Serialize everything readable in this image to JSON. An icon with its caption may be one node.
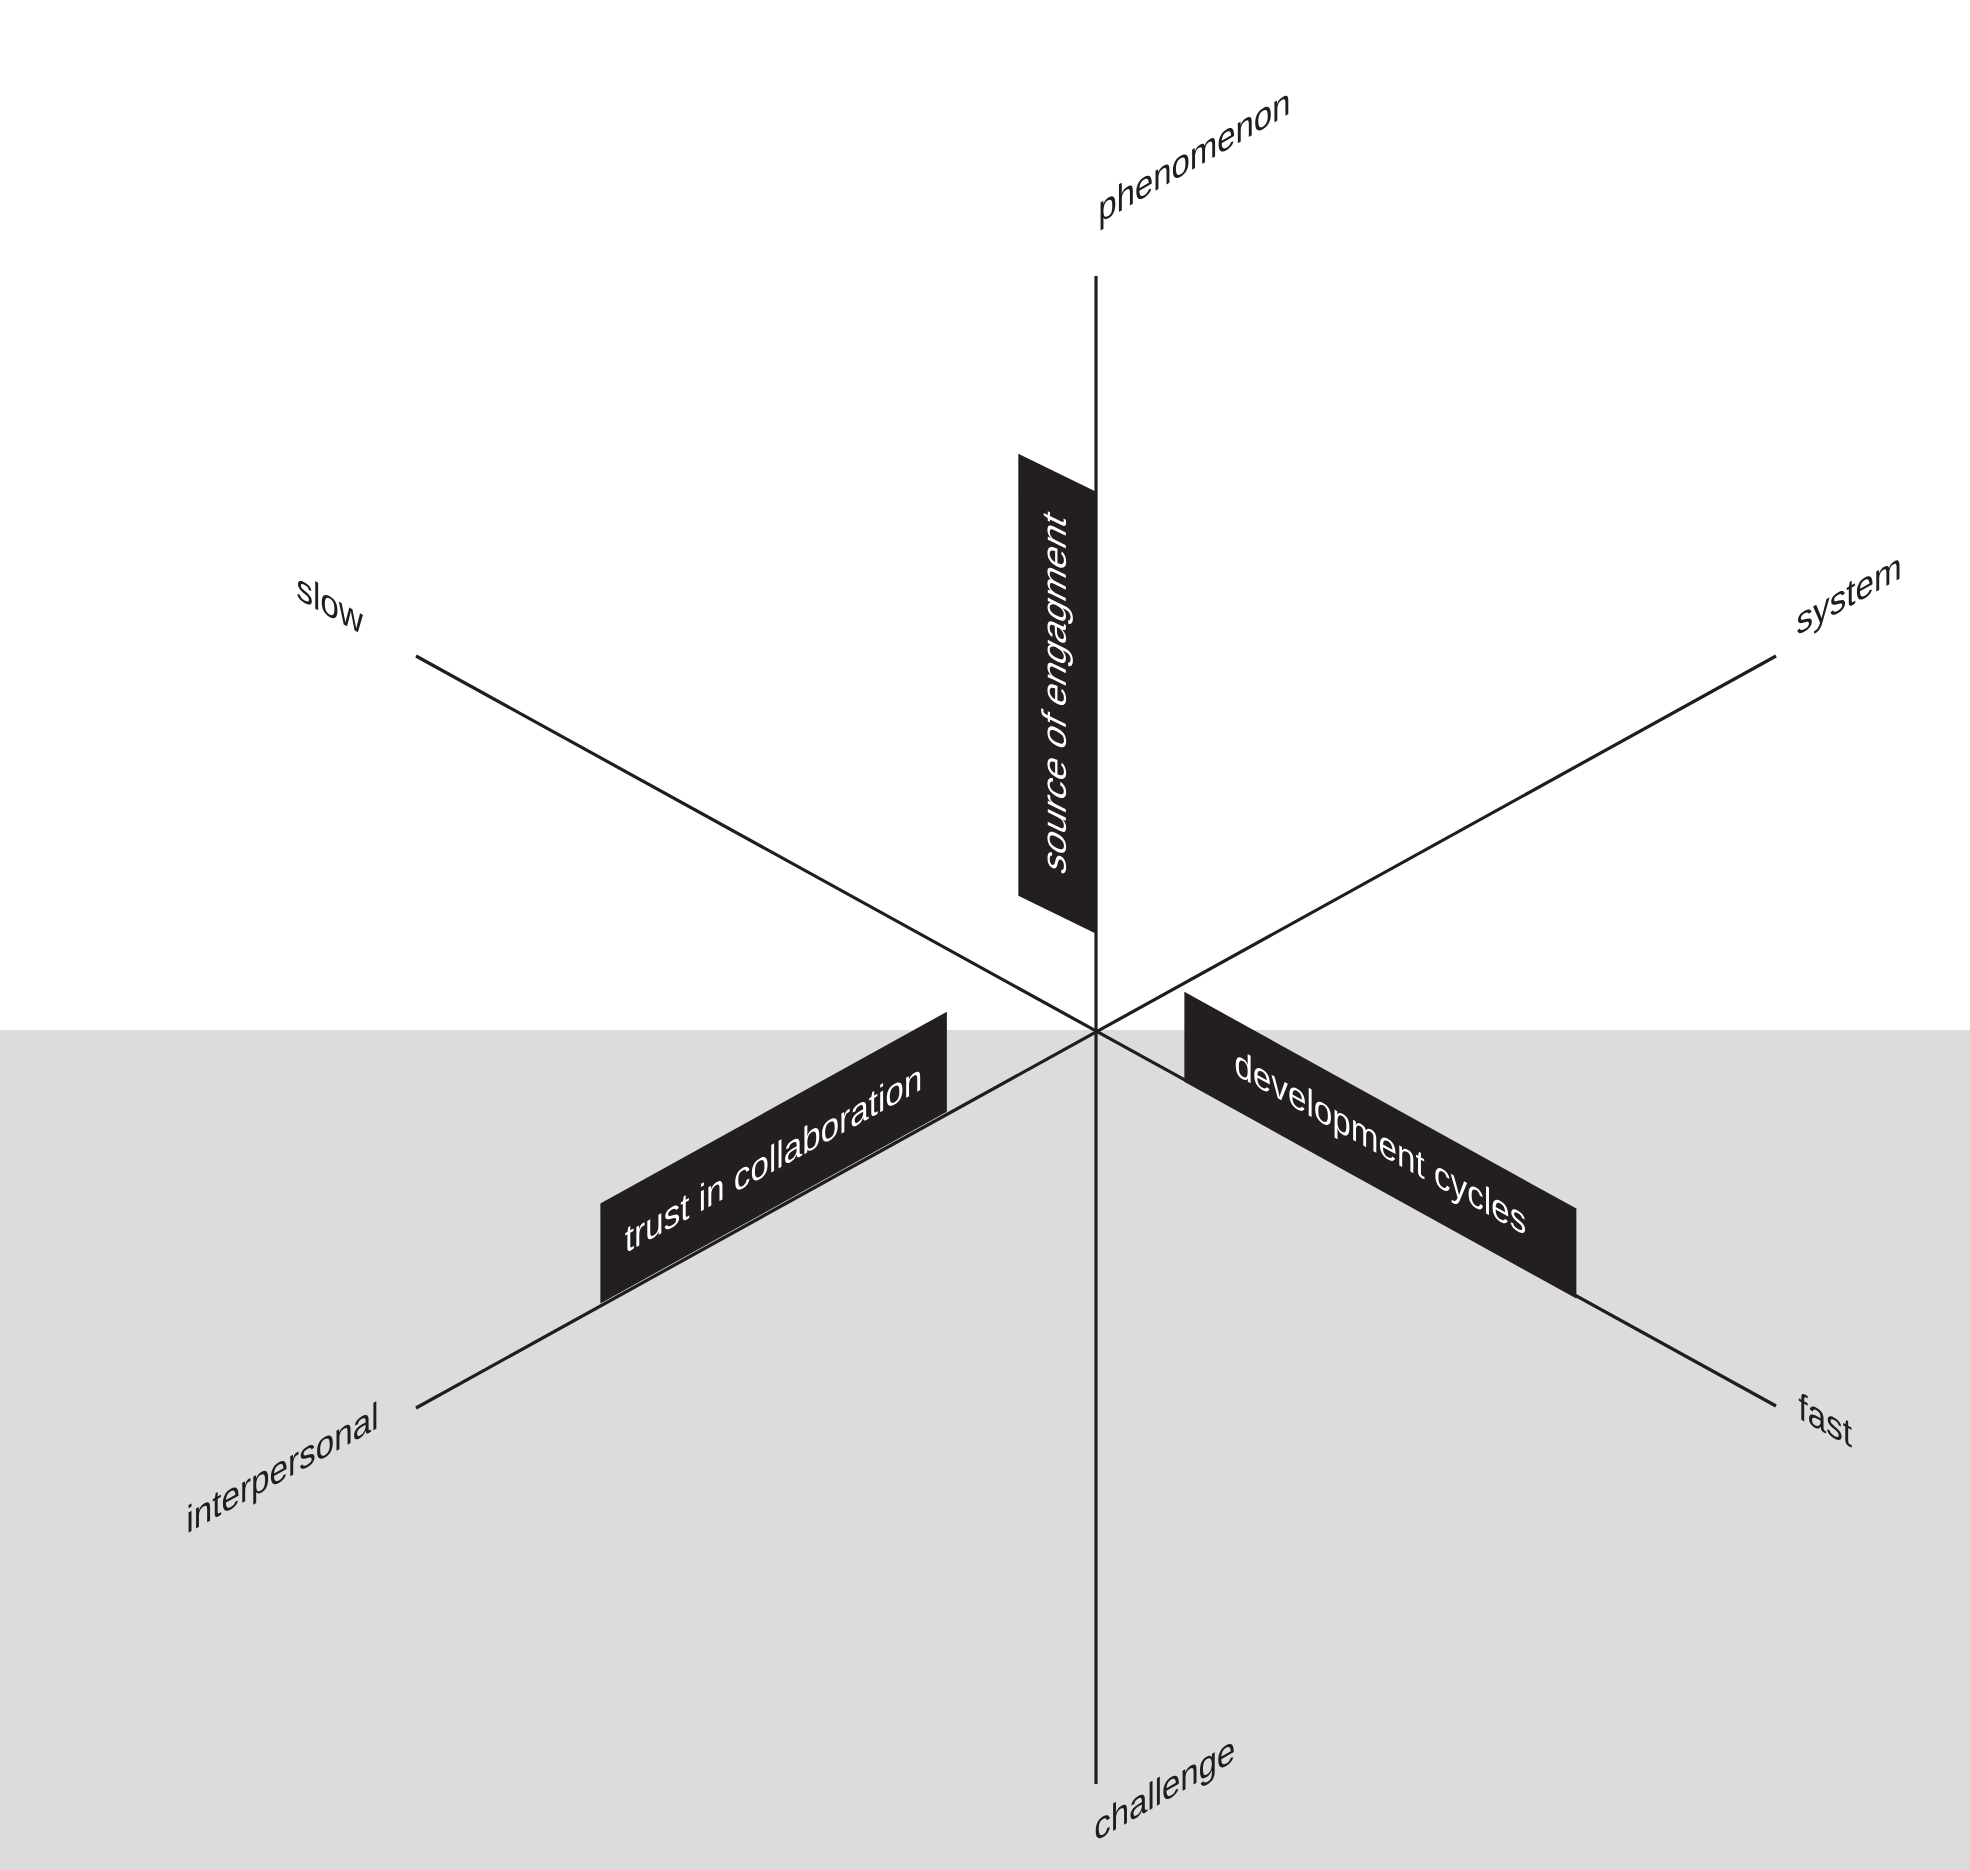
{
  "diagram": {
    "nodes": [
      {
        "text": [
          "source of engagment"
        ]
      },
      {
        "text": [
          "trust in collaboration"
        ]
      },
      {
        "text": [
          "development cycles"
        ]
      }
    ],
    "labels": [
      "phenomenon",
      "slow",
      "system",
      "interpersonal",
      "fast",
      "challenge"
    ]
  }
}
